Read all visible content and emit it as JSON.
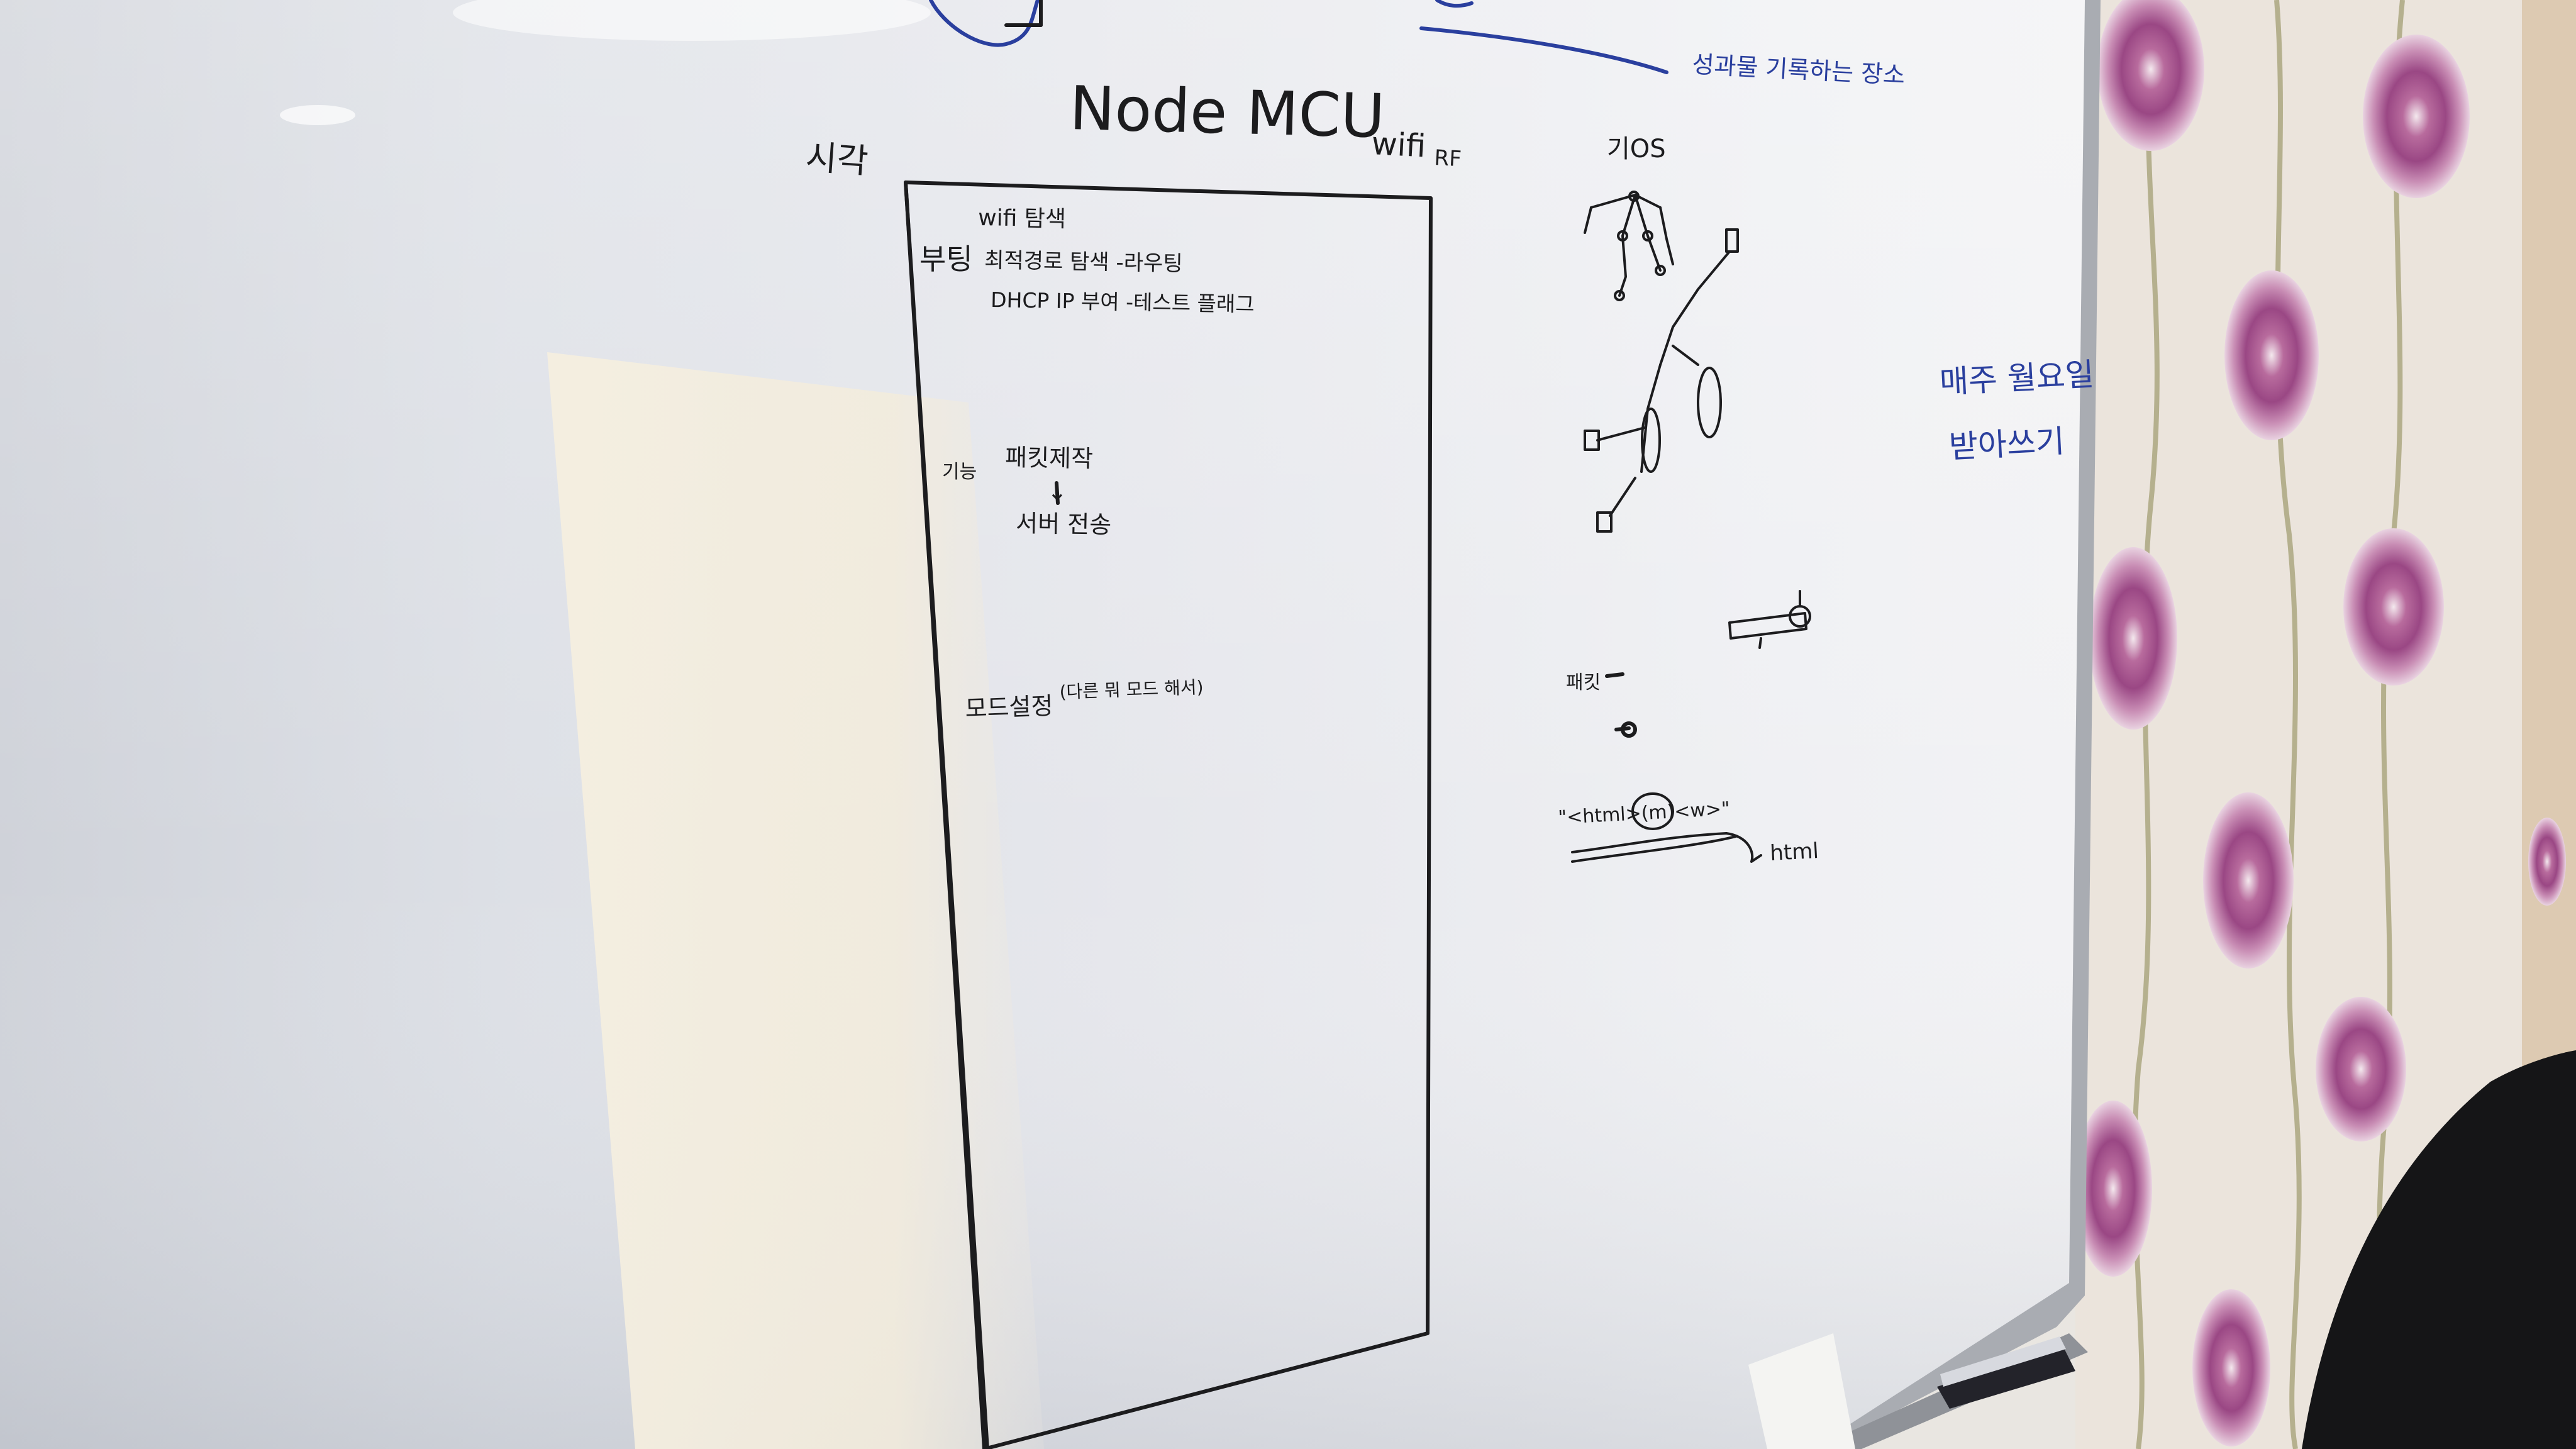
{
  "whiteboard": {
    "title": "Node MCU",
    "left_label": "시각",
    "top_right_labels": [
      "wifi",
      "RF"
    ],
    "blue_note_top": "성과물 기록하는 장소",
    "blue_note_side_lines": [
      "매주 월요일",
      "받아쓰기"
    ],
    "box": {
      "boot_label": "부팅",
      "boot_lines": [
        "wifi 탐색",
        "최적경로 탐색 -라우팅",
        "DHCP IP 부여 -테스트 플래그"
      ],
      "function_label": "기능",
      "function_lines": [
        "패킷제작",
        "↓",
        "서버 전송"
      ],
      "mode_line": "모드설정",
      "mode_note": "(다른 뭐 모드 해서)"
    },
    "diagram": {
      "top_label": "기OS",
      "packet_label": "패킷",
      "html_expr": "\"<html>(m)<w>\"",
      "html_arrow_label": "html"
    }
  },
  "colors": {
    "board": "#e8e9ee",
    "marker_black": "#1c1c1e",
    "marker_blue": "#2a3f9e",
    "frame": "#b9b9bd",
    "wall": "#ece6df",
    "flower": "#8a3a72"
  }
}
